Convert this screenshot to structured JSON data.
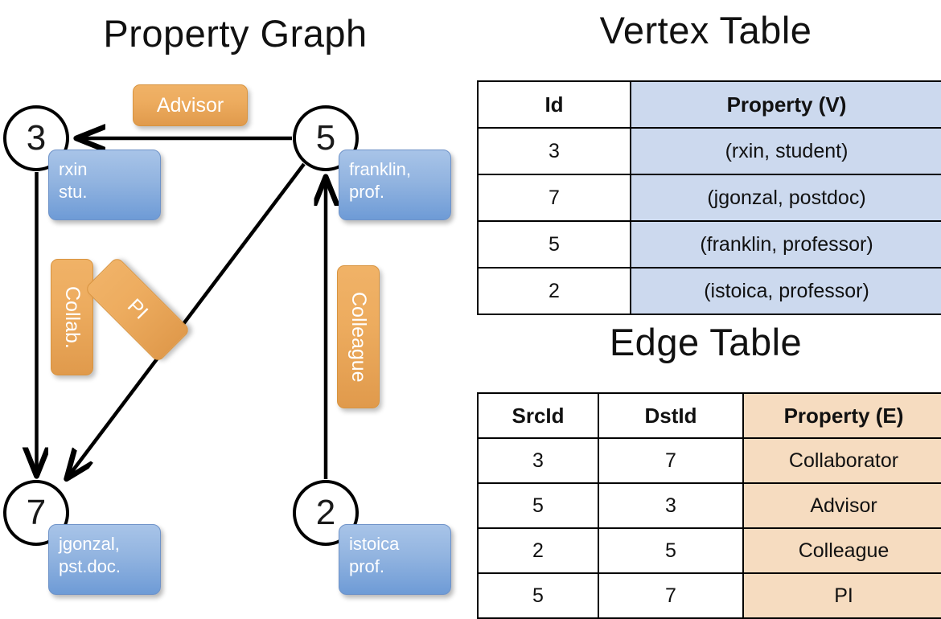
{
  "titles": {
    "property_graph": "Property Graph",
    "vertex_table": "Vertex Table",
    "edge_table": "Edge Table"
  },
  "colors": {
    "vertex_property_fill": "#ccd9ee",
    "edge_property_fill": "#f6dcc0",
    "node_property_box": "#92b4e0",
    "edge_label_box": "#edac5f",
    "stroke": "#000000"
  },
  "graph": {
    "nodes": [
      {
        "id": "3",
        "label": "3",
        "property_line1": "rxin",
        "property_line2": "stu."
      },
      {
        "id": "5",
        "label": "5",
        "property_line1": "franklin,",
        "property_line2": "prof."
      },
      {
        "id": "7",
        "label": "7",
        "property_line1": "jgonzal,",
        "property_line2": "pst.doc."
      },
      {
        "id": "2",
        "label": "2",
        "property_line1": "istoica",
        "property_line2": "prof."
      }
    ],
    "edge_labels": [
      {
        "key": "advisor",
        "text": "Advisor"
      },
      {
        "key": "collab",
        "text": "Collab."
      },
      {
        "key": "pi",
        "text": "PI"
      },
      {
        "key": "colleague",
        "text": "Colleague"
      }
    ]
  },
  "vertex_table": {
    "headers": [
      "Id",
      "Property (V)"
    ],
    "rows": [
      {
        "id": "3",
        "property": "(rxin, student)"
      },
      {
        "id": "7",
        "property": "(jgonzal, postdoc)"
      },
      {
        "id": "5",
        "property": "(franklin, professor)"
      },
      {
        "id": "2",
        "property": "(istoica, professor)"
      }
    ]
  },
  "edge_table": {
    "headers": [
      "SrcId",
      "DstId",
      "Property (E)"
    ],
    "rows": [
      {
        "src": "3",
        "dst": "7",
        "property": "Collaborator"
      },
      {
        "src": "5",
        "dst": "3",
        "property": "Advisor"
      },
      {
        "src": "2",
        "dst": "5",
        "property": "Colleague"
      },
      {
        "src": "5",
        "dst": "7",
        "property": "PI"
      }
    ]
  }
}
